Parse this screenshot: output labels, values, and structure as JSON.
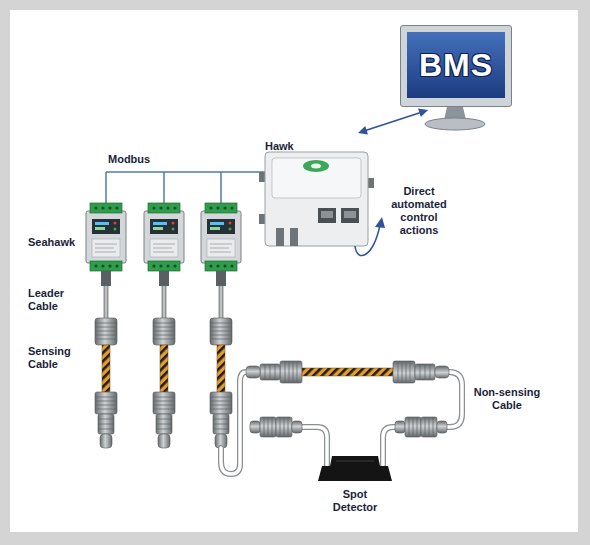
{
  "diagram": {
    "nodes": [
      {
        "text": [
          "BMS"
        ]
      },
      {
        "text": [
          "Hawk"
        ]
      }
    ],
    "edges": [
      {
        "from": 1,
        "to": 0,
        "arrow": "both"
      }
    ],
    "labels": [
      "Modbus",
      "Direct automated control actions",
      "Seahawk",
      "Leader Cable",
      "Sensing Cable",
      "Non-sensing Cable",
      "Spot Detector"
    ]
  }
}
